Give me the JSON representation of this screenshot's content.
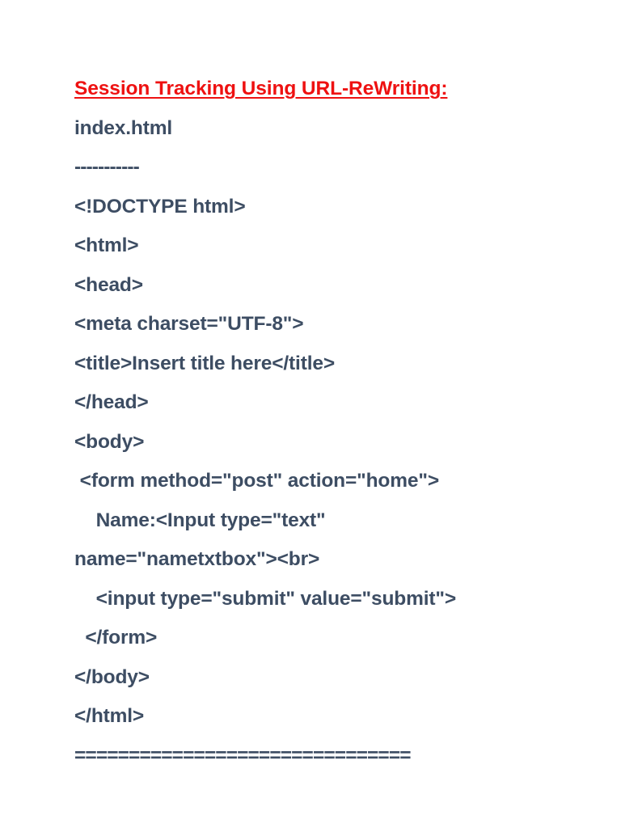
{
  "document": {
    "heading": "Session Tracking Using URL-ReWriting:",
    "heading_color": "#ee1111",
    "body_color": "#3d4d63",
    "background_color": "#ffffff",
    "filename_line": "index.html",
    "separator_dashes": "-----------",
    "separator_equals": "===============================",
    "code_lines": [
      "<!DOCTYPE html>",
      "<html>",
      "<head>",
      "<meta charset=\"UTF-8\">",
      "<title>Insert title here</title>",
      "</head>",
      "<body>",
      " <form method=\"post\" action=\"home\">",
      "    Name:<Input type=\"text\"",
      "name=\"nametxtbox\"><br>",
      "    <input type=\"submit\" value=\"submit\">",
      "  </form>",
      "</body>",
      "</html>"
    ]
  }
}
